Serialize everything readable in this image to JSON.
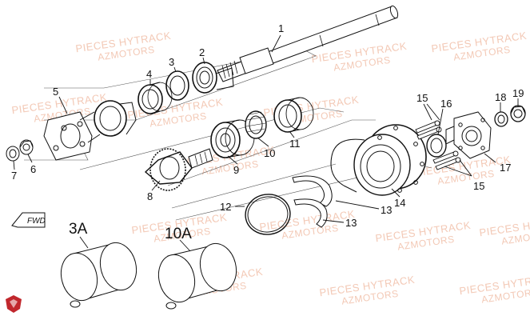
{
  "watermark": {
    "line1": "PIECES HYTRACK",
    "line2": "AZMOTORS"
  },
  "callouts": {
    "c1": "1",
    "c2": "2",
    "c3": "3",
    "c4": "4",
    "c5": "5",
    "c6": "6",
    "c7": "7",
    "c8": "8",
    "c9": "9",
    "c10": "10",
    "c11": "11",
    "c12": "12",
    "c13a": "13",
    "c13b": "13",
    "c14": "14",
    "c15a": "15",
    "c15b": "15",
    "c16": "16",
    "c17": "17",
    "c18": "18",
    "c19": "19",
    "c3A": "3A",
    "c10A": "10A"
  },
  "fwd_label": "FWD",
  "colors": {
    "line": "#111111",
    "watermark": "#f3c9b6",
    "logo": "#c1272d"
  }
}
